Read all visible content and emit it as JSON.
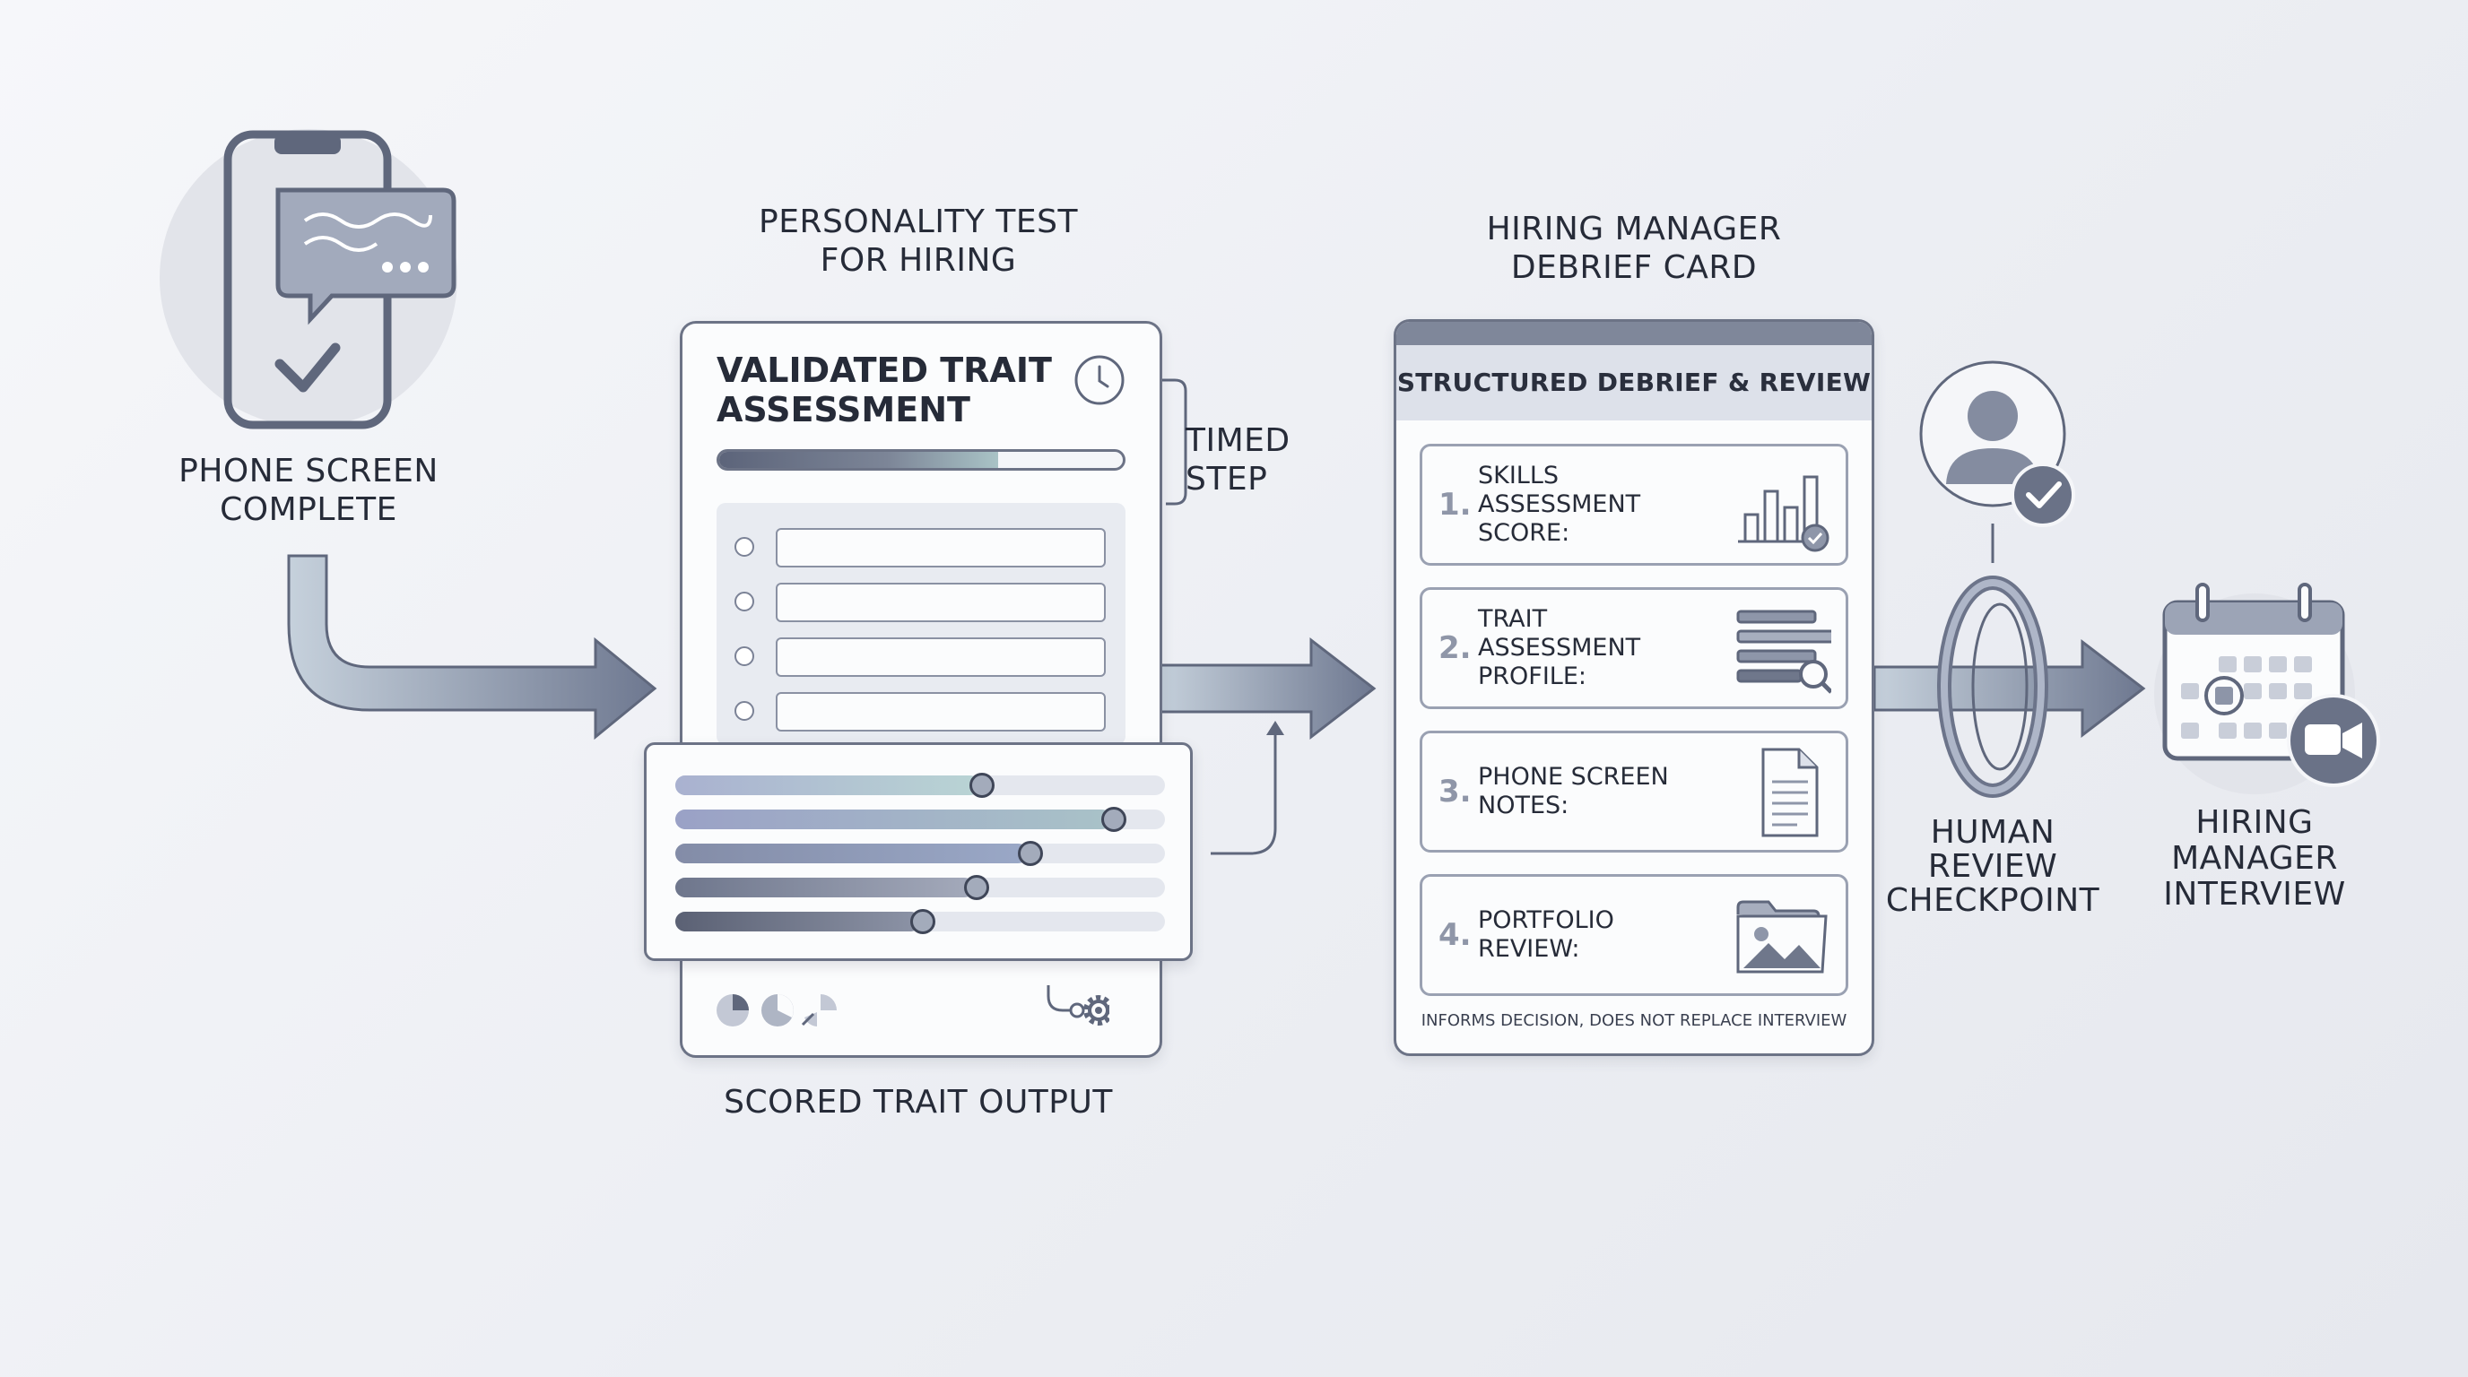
{
  "steps": {
    "phone_screen": "PHONE SCREEN\nCOMPLETE",
    "test_title": "PERSONALITY TEST\nFOR HIRING",
    "test_card_title": "VALIDATED TRAIT\nASSESSMENT",
    "timed_step": "TIMED\nSTEP",
    "scored_output": "SCORED TRAIT OUTPUT",
    "debrief_title": "HIRING MANAGER\nDEBRIEF CARD",
    "debrief_header": "STRUCTURED DEBRIEF & REVIEW",
    "human_review": "HUMAN\nREVIEW\nCHECKPOINT",
    "interview": "HIRING\nMANAGER\nINTERVIEW"
  },
  "progress": {
    "fraction": 0.69
  },
  "trait_bars": [
    {
      "fraction": 0.62,
      "color_a": "#a9b1d0",
      "color_b": "#b9d4d4"
    },
    {
      "fraction": 0.89,
      "color_a": "#9aa1c6",
      "color_b": "#a9c2c8"
    },
    {
      "fraction": 0.72,
      "color_a": "#838ca7",
      "color_b": "#9aa8c7"
    },
    {
      "fraction": 0.61,
      "color_a": "#6e768c",
      "color_b": "#a4aabb"
    },
    {
      "fraction": 0.5,
      "color_a": "#5b6174",
      "color_b": "#8c93a6"
    }
  ],
  "debrief_items": [
    {
      "num": "1.",
      "text": "SKILLS\nASSESSMENT\nSCORE:",
      "icon": "bar-chart-check-icon"
    },
    {
      "num": "2.",
      "text": "TRAIT\nASSESSMENT\nPROFILE:",
      "icon": "list-search-icon"
    },
    {
      "num": "3.",
      "text": "PHONE SCREEN\nNOTES:",
      "icon": "document-icon"
    },
    {
      "num": "4.",
      "text": "PORTFOLIO\nREVIEW:",
      "icon": "image-folder-icon"
    }
  ],
  "footnote": "INFORMS DECISION, DOES NOT REPLACE INTERVIEW",
  "colors": {
    "stroke": "#5f677c",
    "arrow_light": "#c4cedb",
    "arrow_dark": "#6c768c",
    "accent_teal": "#b4d2d4"
  }
}
